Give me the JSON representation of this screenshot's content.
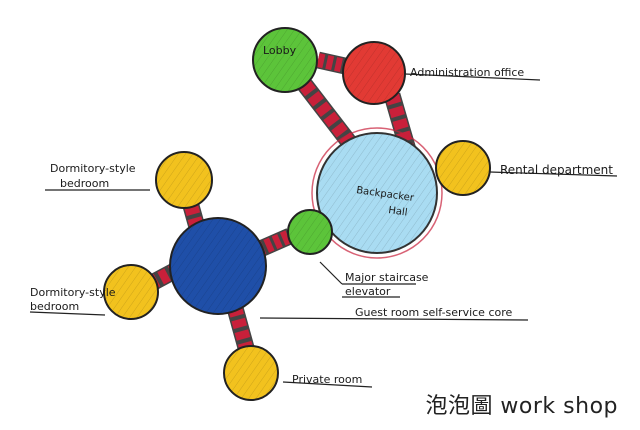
{
  "diagram": {
    "nodes": {
      "lobby": {
        "label": "Lobby",
        "color": "#5cc43a"
      },
      "administration_office": {
        "label": "Administration office",
        "color": "#e23a34"
      },
      "backpacker_hall": {
        "label_line1": "Backpacker",
        "label_line2": "Hall",
        "color": "#a9dcf2"
      },
      "rental_department": {
        "label": "Rental department",
        "color": "#f2c21e"
      },
      "guest_room_core": {
        "label": "Guest room self-service core",
        "color": "#1f4fa8"
      },
      "major_staircase": {
        "label_line1": "Major staircase",
        "label_line2": "elevator",
        "color": "#5cc43a"
      },
      "dormitory_top": {
        "label_line1": "Dormitory-style",
        "label_line2": "bedroom",
        "color": "#f2c21e"
      },
      "dormitory_left": {
        "label_line1": "Dormitory-style",
        "label_line2": "bedroom",
        "color": "#f2c21e"
      },
      "private_room": {
        "label": "Private room",
        "color": "#f2c21e"
      }
    },
    "connector_color": "#c8203a"
  },
  "footer": {
    "text": "泡泡圖 work shop"
  }
}
